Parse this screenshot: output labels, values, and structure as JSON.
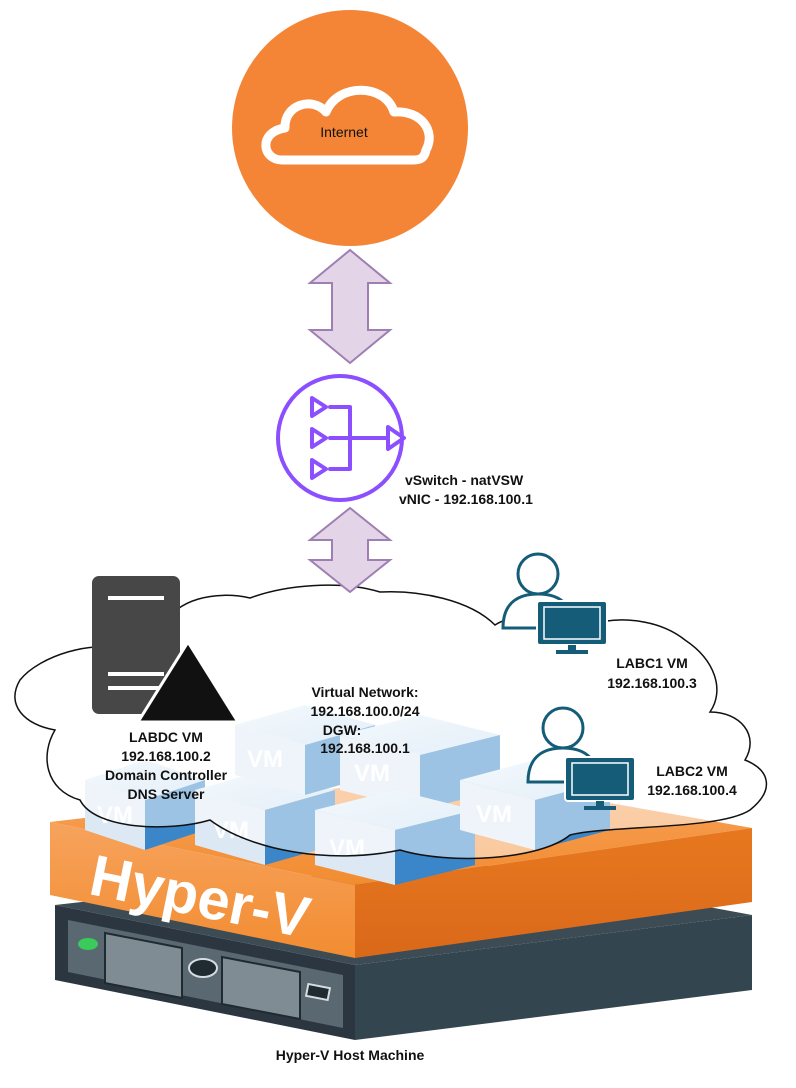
{
  "internet": {
    "label": "Internet"
  },
  "vswitch": {
    "name": "vSwitch - natVSW",
    "vnic": "vNIC - 192.168.100.1"
  },
  "network": {
    "title": "Virtual Network:",
    "subnet": "192.168.100.0/24",
    "dgw_label": "DGW:",
    "dgw": "192.168.100.1"
  },
  "labdc": {
    "name": "LABDC VM",
    "ip": "192.168.100.2",
    "role1": "Domain Controller",
    "role2": "DNS Server"
  },
  "labc1": {
    "name": "LABC1 VM",
    "ip": "192.168.100.3"
  },
  "labc2": {
    "name": "LABC2 VM",
    "ip": "192.168.100.4"
  },
  "hyperv": {
    "brand": "Hyper-V",
    "host_label": "Hyper-V Host Machine",
    "vm_label": "VM"
  },
  "colors": {
    "orange": "#F58536",
    "purple": "#8C4FFF",
    "arrow_fill": "#E3D4E8",
    "arrow_stroke": "#9E7FB3",
    "teal": "#145C78",
    "server_gray": "#474747",
    "vm_blue": "#3A86C8"
  }
}
